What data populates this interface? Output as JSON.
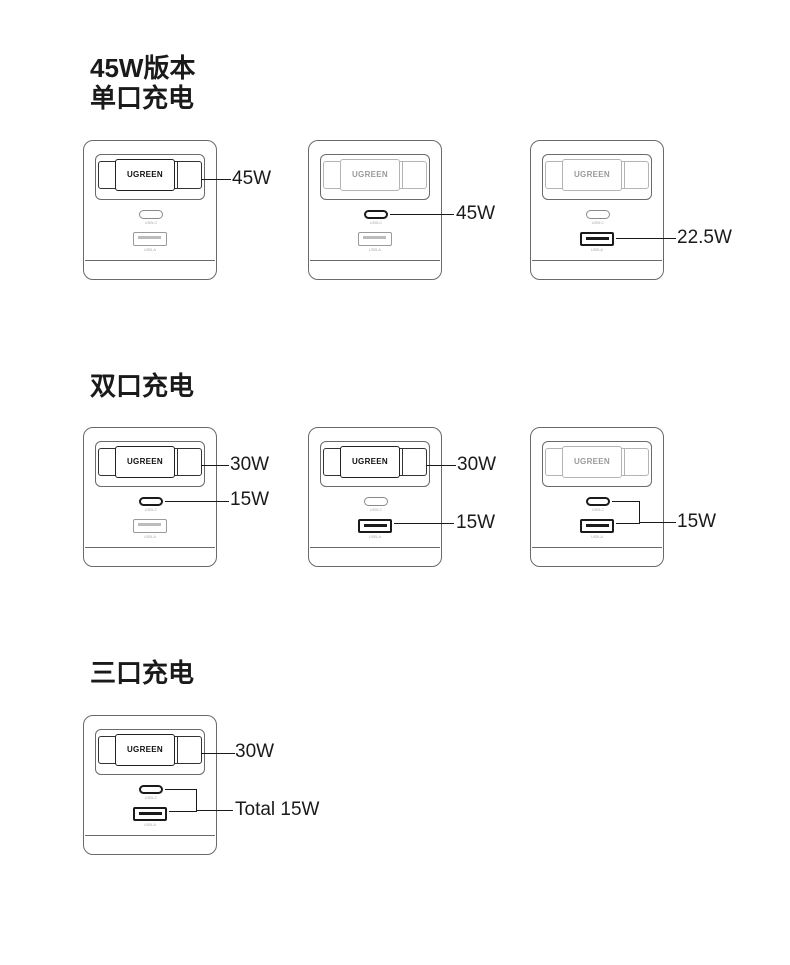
{
  "brand": "UGREEN",
  "port_labels": {
    "usbc": "USB-C",
    "usba": "USB-A"
  },
  "sections": {
    "single": {
      "title_line1": "45W版本",
      "title_line2": "单口充电",
      "units": [
        {
          "cable_active": true,
          "usbc_active": false,
          "usba_active": false,
          "labels": {
            "cable": "45W"
          }
        },
        {
          "cable_active": false,
          "usbc_active": true,
          "usba_active": false,
          "labels": {
            "usbc": "45W"
          }
        },
        {
          "cable_active": false,
          "usbc_active": false,
          "usba_active": true,
          "labels": {
            "usba": "22.5W"
          }
        }
      ]
    },
    "dual": {
      "title": "双口充电",
      "units": [
        {
          "cable_active": true,
          "usbc_active": true,
          "usba_active": false,
          "labels": {
            "cable": "30W",
            "usbc": "15W"
          }
        },
        {
          "cable_active": true,
          "usbc_active": false,
          "usba_active": true,
          "labels": {
            "cable": "30W",
            "usba": "15W"
          }
        },
        {
          "cable_active": false,
          "usbc_active": true,
          "usba_active": true,
          "labels": {
            "combined": "15W"
          }
        }
      ]
    },
    "triple": {
      "title": "三口充电",
      "units": [
        {
          "cable_active": true,
          "usbc_active": true,
          "usba_active": true,
          "labels": {
            "cable": "30W",
            "combined": "Total 15W"
          }
        }
      ]
    }
  }
}
